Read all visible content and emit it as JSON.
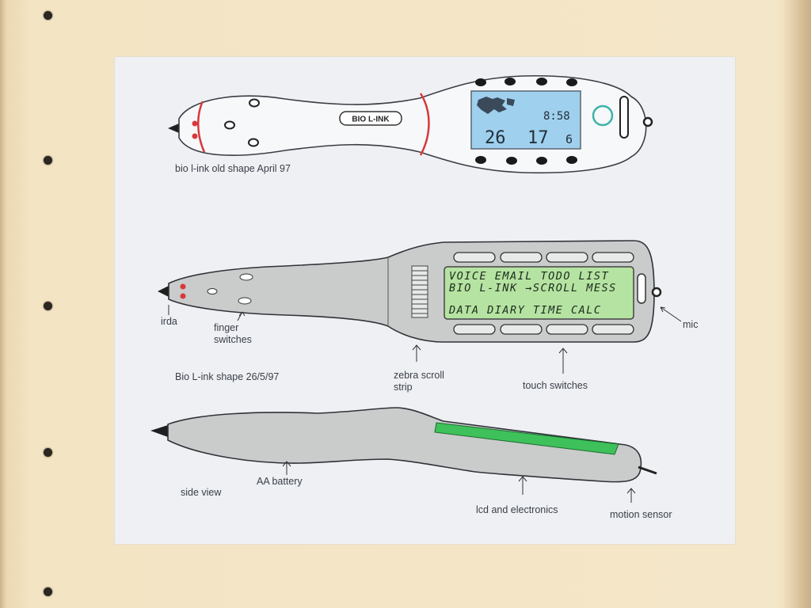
{
  "top_device": {
    "brand_label": "BIO L-INK",
    "lcd_time": "8:58",
    "lcd_date_a": "26",
    "lcd_date_b": "17",
    "lcd_date_c": "6",
    "caption": "bio l-ink old shape April 97"
  },
  "middle_device": {
    "lcd_line1": "VOICE EMAIL TODO LIST",
    "lcd_line2": "BIO L-INK →SCROLL MESS",
    "lcd_line3": "DATA DIARY TIME CALC",
    "caption": "Bio L-ink shape 26/5/97",
    "labels": {
      "irda": "irda",
      "finger_switches_1": "finger",
      "finger_switches_2": "switches",
      "zebra_1": "zebra scroll",
      "zebra_2": "strip",
      "touch_switches": "touch switches",
      "mic": "mic"
    }
  },
  "side_view": {
    "caption": "side view",
    "labels": {
      "battery": "AA battery",
      "lcd_electronics": "lcd and electronics",
      "motion_sensor": "motion sensor"
    }
  },
  "colors": {
    "paper": "#f1e2c0",
    "photo_bg": "#eef0f3",
    "device_white": "#f7f8fa",
    "device_grey": "#c9cccb",
    "lcd_blue": "#9fd0ee",
    "lcd_green": "#b5e3a2",
    "accent_red": "#d8383a",
    "strip_green": "#3ec15a"
  }
}
